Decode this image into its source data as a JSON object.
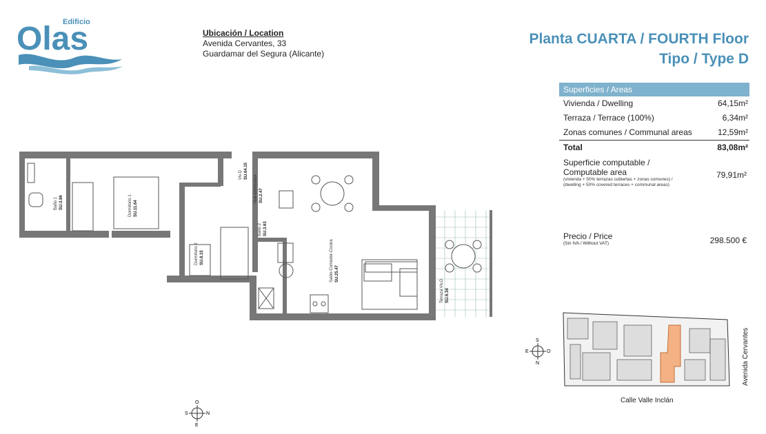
{
  "brand": {
    "small": "Edificio",
    "name": "Olas"
  },
  "location": {
    "heading": "Ubicación / Location",
    "line1": "Avenida Cervantes, 33",
    "line2": "Guardamar del Segura (Alicante)"
  },
  "title": {
    "line1": "Planta CUARTA / FOURTH Floor",
    "line2": "Tipo / Type D"
  },
  "areas": {
    "header": "Superficies / Areas",
    "rows": [
      {
        "label": "Vivienda / Dwelling",
        "value": "64,15m²"
      },
      {
        "label": "Terraza / Terrace (100%)",
        "value": "6,34m²"
      },
      {
        "label": "Zonas comunes / Communal areas",
        "value": "12,59m²"
      }
    ],
    "total": {
      "label": "Total",
      "value": "83,08m²"
    }
  },
  "computable": {
    "label1": "Superficie computable /",
    "label2": "Computable area",
    "note1": "(vivienda + 50% terrazas cubiertas + zonas comunes) /",
    "note2": "(dwelling + 50% covered terraces + communal areas)",
    "value": "79,91m²"
  },
  "price": {
    "label": "Precio / Price",
    "note": "(Sin IVA / Without VAT)",
    "value": "298.500 €"
  },
  "plan_labels": {
    "bano1": "Baño 1",
    "bano1_area": "SU.3.96",
    "dorm1": "Dormitorio 1",
    "dorm1_area": "SU.11.64",
    "vivd": "Viv.D",
    "vivd_area": "SU.64.15",
    "hall": "Hall-distribuidor",
    "hall_area": "SU.2.47",
    "bano2": "Baño 2",
    "bano2_area": "SU.3.63",
    "dorm2": "Dormitorio 2",
    "dorm2_area": "SU.8.15",
    "salon": "Salón-Comedor-Cocina",
    "salon_area": "SU.25.47",
    "terraza": "Terraza Viv.D",
    "terraza_area": "SU.6.34"
  },
  "compass": {
    "n": "N",
    "s": "S",
    "e": "E",
    "o": "O"
  },
  "street": "Calle Valle Inclán",
  "avenue": "Avenida Cervantes",
  "colors": {
    "accent": "#4a90b8",
    "table_header": "#7fb2cc",
    "highlight": "#f4b183"
  }
}
